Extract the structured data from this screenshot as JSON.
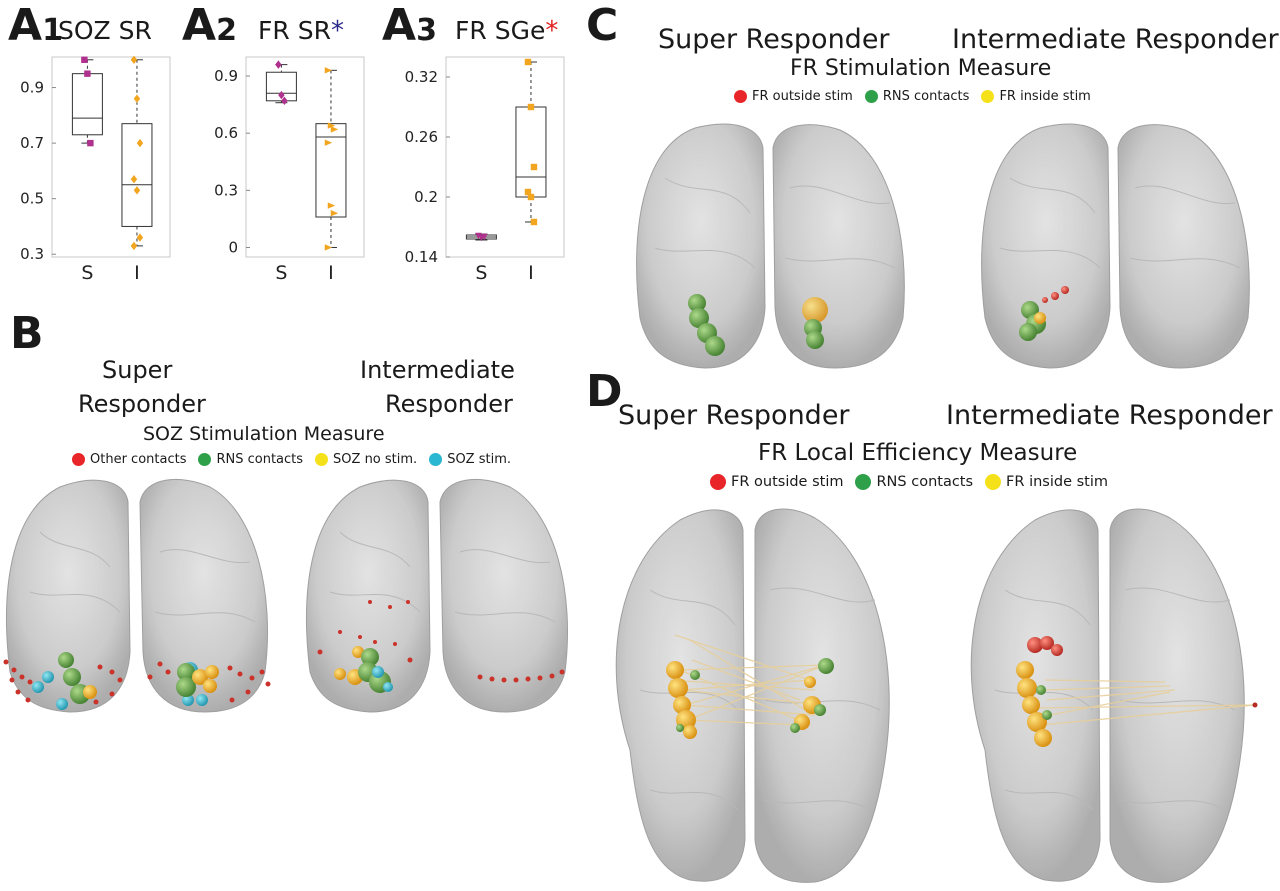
{
  "panels": {
    "A": {
      "letter": "A",
      "subs": [
        {
          "num": "1",
          "title": "SOZ SR",
          "star": "",
          "star_color": ""
        },
        {
          "num": "2",
          "title": "FR SR",
          "star": "*",
          "star_color": "#2b2b8c"
        },
        {
          "num": "3",
          "title": "FR SGe",
          "star": "*",
          "star_color": "#e02020"
        }
      ]
    },
    "B": {
      "letter": "B",
      "left_title_l1": "Super",
      "left_title_l2": "Responder",
      "right_title_l1": "Intermediate",
      "right_title_l2": "Responder",
      "measure": "SOZ Stimulation Measure",
      "legend": [
        {
          "label": "Other contacts",
          "color": "#e8262a"
        },
        {
          "label": "RNS contacts",
          "color": "#2fa04a"
        },
        {
          "label": "SOZ no stim.",
          "color": "#f5e11a"
        },
        {
          "label": "SOZ stim.",
          "color": "#29b7d1"
        }
      ]
    },
    "C": {
      "letter": "C",
      "left_title": "Super Responder",
      "right_title": "Intermediate Responder",
      "measure": "FR Stimulation Measure",
      "legend": [
        {
          "label": "FR outside stim",
          "color": "#e8262a"
        },
        {
          "label": "RNS contacts",
          "color": "#2fa04a"
        },
        {
          "label": "FR inside stim",
          "color": "#f5e11a"
        }
      ]
    },
    "D": {
      "letter": "D",
      "left_title": "Super Responder",
      "right_title": "Intermediate Responder",
      "measure": "FR Local Efficiency Measure",
      "legend": [
        {
          "label": "FR outside stim",
          "color": "#e8262a"
        },
        {
          "label": "RNS contacts",
          "color": "#2fa04a"
        },
        {
          "label": "FR inside stim",
          "color": "#f5e11a"
        }
      ]
    }
  },
  "chart_data": [
    {
      "type": "box",
      "title": "SOZ SR",
      "categories": [
        "S",
        "I"
      ],
      "yticks": [
        0.3,
        0.5,
        0.7,
        0.9
      ],
      "ylim": [
        0.29,
        1.01
      ],
      "boxes": [
        {
          "q1": 0.73,
          "median": 0.79,
          "q3": 0.95,
          "whisker_low": 0.7,
          "whisker_high": 1.0,
          "points": [
            1.0,
            0.95,
            0.7
          ],
          "color": "#b0308e",
          "marker": "square"
        },
        {
          "q1": 0.4,
          "median": 0.55,
          "q3": 0.77,
          "whisker_low": 0.33,
          "whisker_high": 1.0,
          "points": [
            1.0,
            0.86,
            0.7,
            0.57,
            0.53,
            0.36,
            0.33
          ],
          "color": "#f2a51e",
          "marker": "diamond"
        }
      ]
    },
    {
      "type": "box",
      "title": "FR SR",
      "categories": [
        "S",
        "I"
      ],
      "yticks": [
        0,
        0.3,
        0.6,
        0.9
      ],
      "ylim": [
        -0.05,
        1.0
      ],
      "boxes": [
        {
          "q1": 0.77,
          "median": 0.81,
          "q3": 0.92,
          "whisker_low": 0.76,
          "whisker_high": 0.96,
          "points": [
            0.96,
            0.8,
            0.77
          ],
          "color": "#b0308e",
          "marker": "diamond"
        },
        {
          "q1": 0.16,
          "median": 0.58,
          "q3": 0.65,
          "whisker_low": 0.0,
          "whisker_high": 0.93,
          "points": [
            0.93,
            0.64,
            0.62,
            0.55,
            0.22,
            0.18,
            0.0
          ],
          "color": "#f2a51e",
          "marker": "triangle"
        }
      ]
    },
    {
      "type": "box",
      "title": "FR SGe",
      "categories": [
        "S",
        "I"
      ],
      "yticks": [
        0.14,
        0.2,
        0.26,
        0.32
      ],
      "ylim": [
        0.14,
        0.34
      ],
      "boxes": [
        {
          "q1": 0.158,
          "median": 0.16,
          "q3": 0.162,
          "whisker_low": 0.157,
          "whisker_high": 0.163,
          "points": [
            0.161,
            0.159,
            0.16
          ],
          "color": "#b0308e",
          "marker": "triangle-down"
        },
        {
          "q1": 0.2,
          "median": 0.22,
          "q3": 0.29,
          "whisker_low": 0.175,
          "whisker_high": 0.335,
          "points": [
            0.335,
            0.29,
            0.23,
            0.205,
            0.2,
            0.175
          ],
          "color": "#f2a51e",
          "marker": "square"
        }
      ]
    }
  ]
}
